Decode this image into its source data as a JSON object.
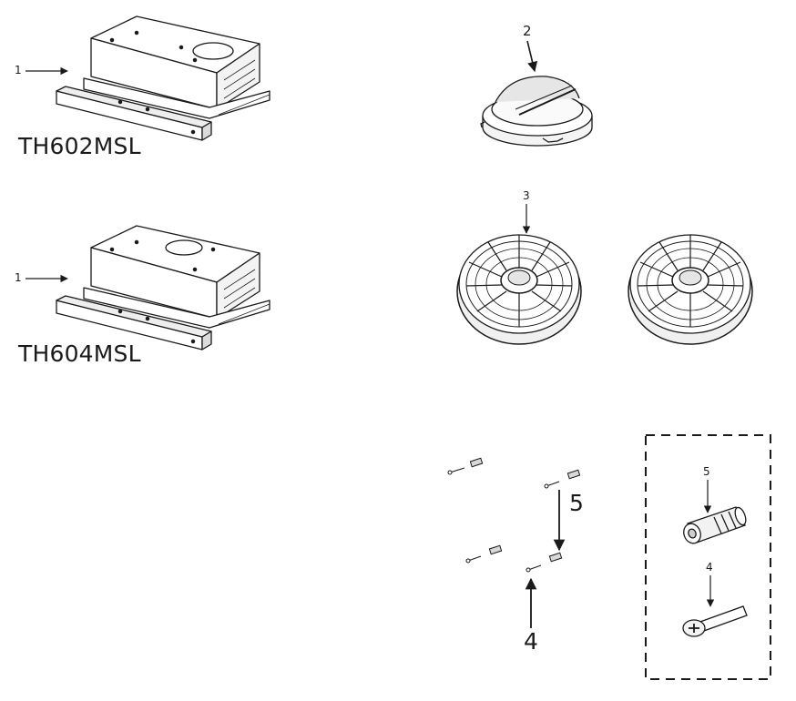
{
  "models": [
    {
      "label": "TH602MSL",
      "callout": "1"
    },
    {
      "label": "TH604MSL",
      "callout": "1"
    }
  ],
  "callouts": {
    "adapter": "2",
    "filters": "3",
    "screw_big": "4",
    "plug_big": "5",
    "detail_plug": "5",
    "detail_screw": "4"
  },
  "colors": {
    "line": "#1a1a1a",
    "fill": "#ffffff",
    "shade": "#dcdcdc"
  }
}
